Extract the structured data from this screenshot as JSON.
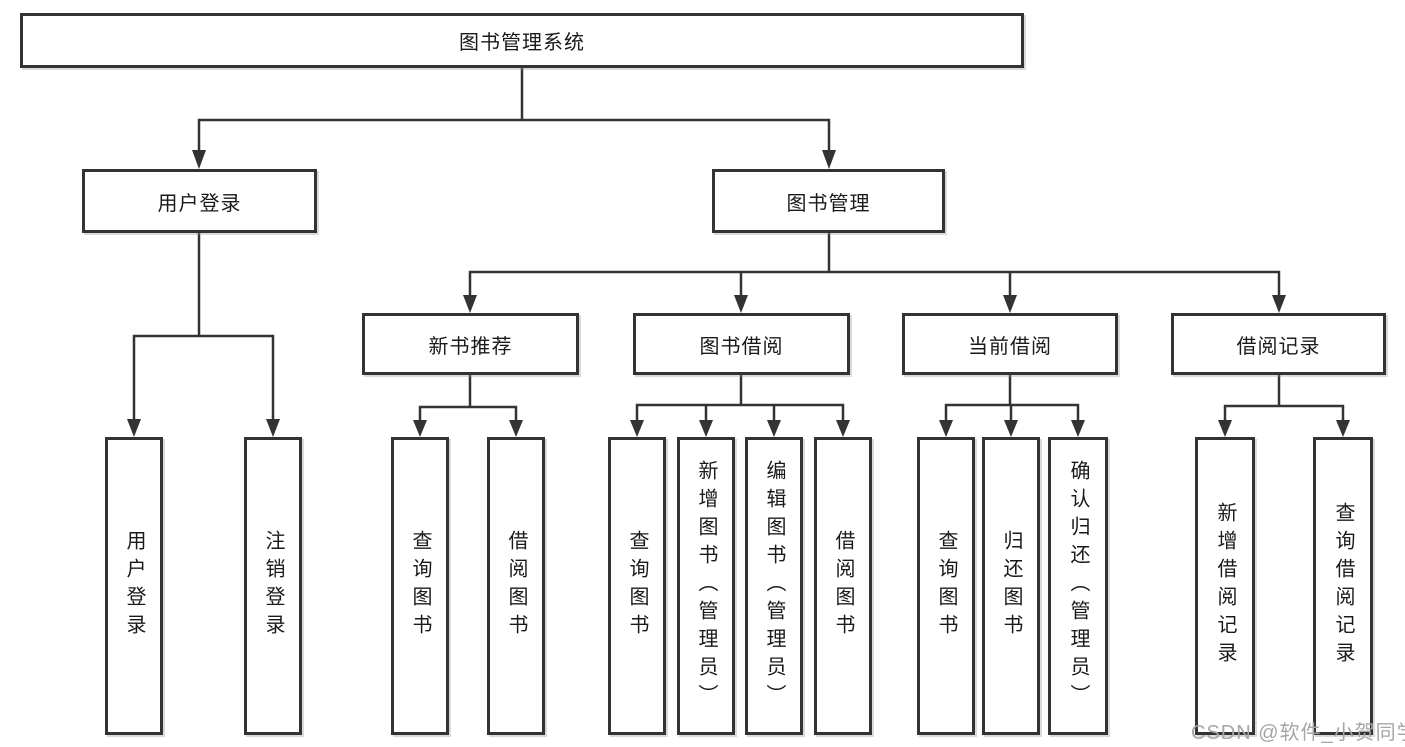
{
  "diagram": {
    "root": "图书管理系统",
    "branches": [
      {
        "label": "用户登录",
        "children": [
          "用户登录",
          "注销登录"
        ]
      },
      {
        "label": "图书管理",
        "sections": [
          {
            "label": "新书推荐",
            "children": [
              "查询图书",
              "借阅图书"
            ]
          },
          {
            "label": "图书借阅",
            "children": [
              "查询图书",
              "新增图书（管理员）",
              "编辑图书（管理员）",
              "借阅图书"
            ]
          },
          {
            "label": "当前借阅",
            "children": [
              "查询图书",
              "归还图书",
              "确认归还（管理员）"
            ]
          },
          {
            "label": "借阅记录",
            "children": [
              "新增借阅记录",
              "查询借阅记录"
            ]
          }
        ]
      }
    ]
  },
  "watermark": "CSDN @软件_小贺同学",
  "colors": {
    "line": "#333333",
    "box_border": "#333333",
    "box_fill": "#ffffff",
    "text": "#1a1a1a",
    "watermark": "#a6a6a6",
    "background": "#ffffff"
  }
}
